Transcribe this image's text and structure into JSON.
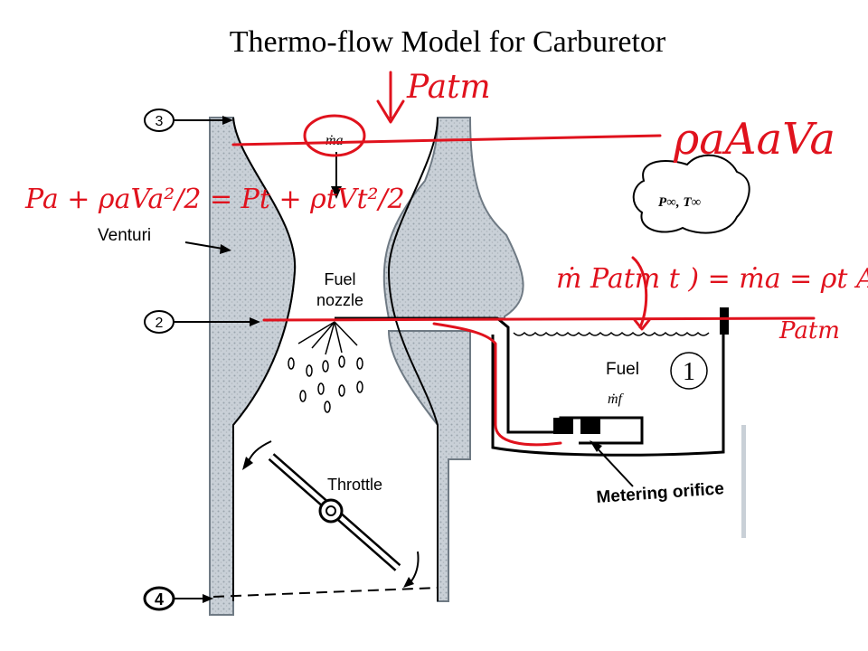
{
  "title": "Thermo-flow Model for Carburetor",
  "station_labels": {
    "s3": "3",
    "s2": "2",
    "s4": "4",
    "s1": "1"
  },
  "labels": {
    "venturi": "Venturi",
    "fuel_nozzle_line1": "Fuel",
    "fuel_nozzle_line2": "nozzle",
    "fuel": "Fuel",
    "throttle": "Throttle",
    "metering_orifice": "Metering orifice",
    "m_dot_a": "ṁa",
    "m_dot_f": "ṁf",
    "ambient": "P∞, T∞"
  },
  "handwritten": {
    "patm_top": "Patm",
    "rho_a_A_a_V_a": "ρaAaVa",
    "bernoulli": "Pa + ρaVa²/2 = Pt + ρtVt²/2",
    "mass_flow": "ṁ Patm t ) = ṁa = ρt At Vt",
    "patm_right": "Patm"
  },
  "colors": {
    "ink": "#e0121d",
    "wall": "#6f7a84",
    "text": "#000000"
  }
}
